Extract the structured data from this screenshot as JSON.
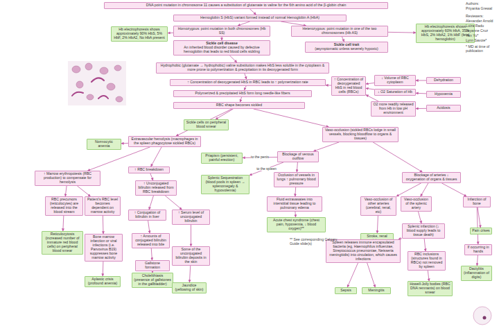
{
  "diagram": {
    "nodes": [
      {
        "text": [
          "DNA point mutation in chromosome 11 causes a substitution of glutamate to valine for the 6th amino acid of the β-globin chain"
        ]
      },
      {
        "text": [
          "Hemoglobin S (HbS) variant formed instead of normal Hemoglobin A (HbA)"
        ]
      },
      {
        "text": [
          "Heterozygous: point mutation in one of the two chromosomes (Hb AS)"
        ]
      },
      {
        "text": [
          "Hb electrophoresis shows approximately 60% HbA, 35% HbS, 2% HbA2, 1% HbF (fetal hemoglobin)"
        ]
      },
      {
        "text": [
          "Homozygous: point mutation in both chromosomes (Hb SS)"
        ]
      },
      {
        "text": [
          "Hb electrophoresis shows approximately 90% HbS, 5% HbF, 2% HbA2, No HbA present"
        ]
      },
      {
        "text": [
          "Sickle cell trait",
          "(asymptomatic unless severely hypoxic)"
        ]
      },
      {
        "text": [
          "Sickle cell disease",
          "An inherited blood disorder caused by defective hemoglobin that leads to red blood cells sickling"
        ]
      },
      {
        "text": [
          "Dehydration"
        ]
      },
      {
        "text": [
          "↓ Volume of RBC cytoplasm"
        ]
      },
      {
        "text": [
          "Hypoxemia"
        ]
      },
      {
        "text": [
          "↓ O2 Saturation of Hb"
        ]
      },
      {
        "text": [
          "Acidosis"
        ]
      },
      {
        "text": [
          "O2 more readily released from Hb in low pH environment"
        ]
      },
      {
        "text": [
          "↑ Concentration of deoxygenated HbS in red blood cells (RBCs)"
        ]
      },
      {
        "text": [
          "Hydrophobic (glutamate → hydrophobic) valine substitution makes HbS less soluble in the cytoplasm & more prone to polymerization & precipitation in its deoxygenated form"
        ]
      },
      {
        "text": [
          "↑ Concentration of deoxygenated HbS in RBC leads to ↑ polymerization rate"
        ]
      },
      {
        "text": [
          "Polymerized & precipitated HbS form long needle-like fibers"
        ]
      },
      {
        "text": [
          "RBC shape becomes sickled"
        ]
      },
      {
        "text": [
          "Sickle cells on peripheral blood smear"
        ]
      },
      {
        "text": [
          "Extravascular hemolysis (macrophages in the spleen phagocytose sickled RBCs)"
        ]
      },
      {
        "text": [
          "Normocytic anemia"
        ]
      },
      {
        "text": [
          "Vaso-occlusion (sickled RBCs lodge in small vessels, blocking bloodflow to organs & tissues)"
        ]
      },
      {
        "text": [
          "Blockage of venous outflow"
        ]
      },
      {
        "text": [
          "Priapism (persistent, painful erection)"
        ]
      },
      {
        "text": [
          "Occlusion of vessels in lungs ↑ pulmonary blood pressure"
        ]
      },
      {
        "text": [
          "Splenic Sequestration (blood pools in spleen → splenomegaly & hypovolemia)"
        ]
      },
      {
        "text": [
          "Blockage of arteries ↓ oxygenation of organs & tissues"
        ]
      },
      {
        "text": [
          "Fluid extravasates into interstitial tissue leading to pulmonary edema"
        ]
      },
      {
        "text": [
          "Acute chest syndrome (chest pain, hypoxemia, ↓ blood oxygen)**"
        ]
      },
      {
        "text": [
          "Infarction of bone"
        ]
      },
      {
        "text": [
          "Vaso-occlusion of the splenic artery"
        ]
      },
      {
        "text": [
          "Vaso-occlusion of other arteries (cerebral, renal, etc)"
        ]
      },
      {
        "text": [
          "Splenic infarction (↓ blood supply leads to tissue death)"
        ]
      },
      {
        "text": [
          "Stroke, renal injury"
        ]
      },
      {
        "text": [
          "Pain crises"
        ]
      },
      {
        "text": [
          "If occurring in hands"
        ]
      },
      {
        "text": [
          "Dactylitis (inflammation of digits)"
        ]
      },
      {
        "text": [
          "RBC inclusions (structures found in RBCs) not removed by spleen"
        ]
      },
      {
        "text": [
          "Spleen releases immune encapsulated bacteria (eg, Haemophilus influenzae, Streptococcus pneumoniae, Neisseria meningitidis) into circulation, which causes infections"
        ]
      },
      {
        "text": [
          "Howell-Jolly bodies (RBC DNA remnants) on blood smear"
        ]
      },
      {
        "text": [
          "Sepsis"
        ]
      },
      {
        "text": [
          "Meningitis"
        ]
      },
      {
        "text": [
          "↑ Marrow erythropoiesis (RBC production) to compensate for hemolysis"
        ]
      },
      {
        "text": [
          "↑ RBC breakdown"
        ]
      },
      {
        "text": [
          "↑ Unconjugated bilirubin released from RBC breakdown"
        ]
      },
      {
        "text": [
          "↑ Conjugation of bilirubin in liver"
        ]
      },
      {
        "text": [
          "↑ Serum level of unconjugated bilirubin"
        ]
      },
      {
        "text": [
          "↑ Amounts of conjugated bilirubin released into bile"
        ]
      },
      {
        "text": [
          "Gallstone formation"
        ]
      },
      {
        "text": [
          "Some of the unconjugated bilirubin deposits in the skin"
        ]
      },
      {
        "text": [
          "Cholelithiasis (presence of gallstones in the gallbladder)"
        ]
      },
      {
        "text": [
          "Jaundice (yellowing of skin)"
        ]
      },
      {
        "text": [
          "Patient's RBC level becomes dependent on marrow activity"
        ]
      },
      {
        "text": [
          "RBC precursors (reticulocytes) are released into the blood stream"
        ]
      },
      {
        "text": [
          "Bone marrow infarction or viral infections (i.e. Parvovirus B19) suppresses bone marrow activity"
        ]
      },
      {
        "text": [
          "Reticulocytosis (increased number of immature red blood cells) on peripheral blood smear"
        ]
      },
      {
        "text": [
          "Aplastic crisis (profound anemia)"
        ]
      }
    ],
    "edges": [
      {
        "from": 0,
        "to": 1,
        "arrow": "to"
      },
      {
        "from": 1,
        "to": 2,
        "arrow": "to"
      },
      {
        "from": 1,
        "to": 4,
        "arrow": "to"
      },
      {
        "from": 2,
        "to": 3,
        "arrow": "to"
      },
      {
        "from": 2,
        "to": 6,
        "arrow": "to"
      },
      {
        "from": 4,
        "to": 5,
        "arrow": "to"
      },
      {
        "from": 4,
        "to": 7,
        "arrow": "to"
      },
      {
        "from": 7,
        "to": 15,
        "arrow": "to"
      },
      {
        "from": 15,
        "to": 16,
        "arrow": "to"
      },
      {
        "from": 16,
        "to": 17,
        "arrow": "to"
      },
      {
        "from": 17,
        "to": 18,
        "arrow": "to"
      },
      {
        "from": 18,
        "to": 19,
        "arrow": "to"
      },
      {
        "from": 8,
        "to": 9,
        "arrow": "to"
      },
      {
        "from": 10,
        "to": 11,
        "arrow": "to"
      },
      {
        "from": 12,
        "to": 13,
        "arrow": "to"
      },
      {
        "from": 9,
        "to": 14,
        "arrow": "to"
      },
      {
        "from": 11,
        "to": 14,
        "arrow": "to"
      },
      {
        "from": 13,
        "to": 14,
        "arrow": "to"
      },
      {
        "from": 14,
        "to": 16,
        "arrow": "to"
      },
      {
        "from": 18,
        "to": 20,
        "arrow": "to"
      },
      {
        "from": 18,
        "to": 22,
        "arrow": "to"
      },
      {
        "from": 20,
        "to": 21,
        "arrow": "to"
      },
      {
        "from": 20,
        "to": 43,
        "arrow": "to"
      },
      {
        "from": 20,
        "to": 44,
        "arrow": "to"
      },
      {
        "from": 22,
        "to": 23,
        "arrow": "to"
      },
      {
        "from": 22,
        "to": 27,
        "arrow": "to"
      },
      {
        "from": 23,
        "to": 24,
        "label": "to the penis",
        "arrow": "to"
      },
      {
        "from": 23,
        "to": 26,
        "label": "to the spleen",
        "arrow": "to"
      },
      {
        "from": 23,
        "to": 25,
        "arrow": "to"
      },
      {
        "from": 25,
        "to": 28,
        "arrow": "to"
      },
      {
        "from": 28,
        "to": 29,
        "arrow": "to"
      },
      {
        "from": 27,
        "to": 30,
        "arrow": "to"
      },
      {
        "from": 27,
        "to": 31,
        "arrow": "to"
      },
      {
        "from": 27,
        "to": 32,
        "arrow": "to"
      },
      {
        "from": 30,
        "to": 35,
        "arrow": "to"
      },
      {
        "from": 30,
        "to": 36,
        "arrow": "to"
      },
      {
        "from": 36,
        "to": 37,
        "arrow": "to"
      },
      {
        "from": 32,
        "to": 34,
        "arrow": "to"
      },
      {
        "from": 31,
        "to": 33,
        "arrow": "to"
      },
      {
        "from": 33,
        "to": 38,
        "arrow": "to"
      },
      {
        "from": 33,
        "to": 39,
        "arrow": "to"
      },
      {
        "from": 38,
        "to": 40,
        "arrow": "to"
      },
      {
        "from": 39,
        "to": 41,
        "arrow": "to"
      },
      {
        "from": 39,
        "to": 42,
        "arrow": "to"
      },
      {
        "from": 44,
        "to": 45,
        "arrow": "to"
      },
      {
        "from": 45,
        "to": 46,
        "arrow": "to"
      },
      {
        "from": 45,
        "to": 47,
        "arrow": "to"
      },
      {
        "from": 46,
        "to": 48,
        "arrow": "to"
      },
      {
        "from": 48,
        "to": 49,
        "arrow": "to"
      },
      {
        "from": 49,
        "to": 51,
        "arrow": "to"
      },
      {
        "from": 47,
        "to": 50,
        "arrow": "to"
      },
      {
        "from": 50,
        "to": 52,
        "arrow": "to"
      },
      {
        "from": 43,
        "to": 53,
        "arrow": "to"
      },
      {
        "from": 43,
        "to": 54,
        "arrow": "to"
      },
      {
        "from": 54,
        "to": 56,
        "arrow": "to"
      },
      {
        "from": 53,
        "to": 55,
        "arrow": "to"
      },
      {
        "from": 55,
        "to": 57,
        "arrow": "to"
      }
    ],
    "labels": [
      "** See corresponding Calgary Guide slide(s)",
      "Authors:",
      "Priyanka Grewal",
      "Reviewers:",
      "Alexander Arnold",
      "Luiza Radu",
      "Jayanne Cruz",
      "Yan Yu*",
      "Lynn Savoie*",
      "* MD at time of publication"
    ]
  }
}
